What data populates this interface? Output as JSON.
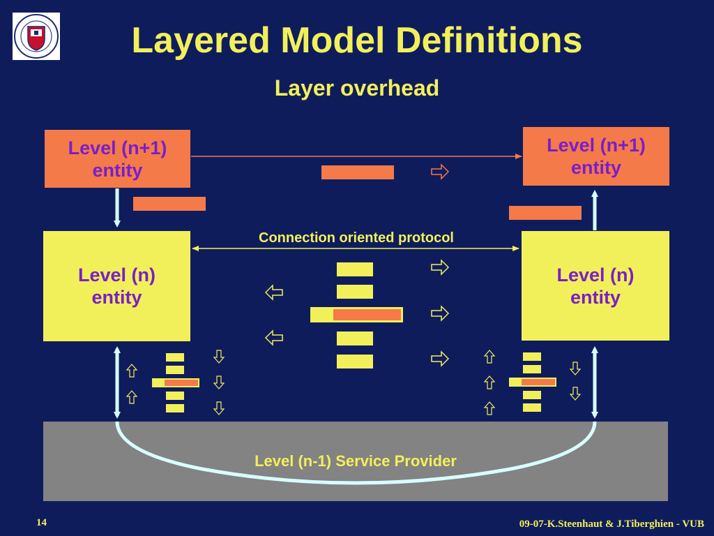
{
  "slide": {
    "title": "Layered Model Definitions",
    "subtitle": "Layer overhead",
    "page_number": "14",
    "footer": "09-07-K.Steenhaut & J.Tiberghien - VUB"
  },
  "logo": {
    "text_ring": "VRIJE UNIVERSITEIT BRUSSEL · SCIENTIA VINCERE TENEBRAS"
  },
  "diagram": {
    "left_upper_entity": "Level (n+1) entity",
    "right_upper_entity": "Level (n+1) entity",
    "left_mid_entity": "Level (n) entity",
    "right_mid_entity": "Level (n) entity",
    "protocol_label": "Connection oriented protocol",
    "provider_label": "Level (n-1) Service Provider"
  },
  "colors": {
    "background": "#0f1c5c",
    "title": "#f2f05a",
    "orange_box": "#f47a4a",
    "yellow_box": "#f2f05a",
    "entity_text": "#7a1fc8",
    "provider": "#838383",
    "connector": "#d8ffff"
  }
}
